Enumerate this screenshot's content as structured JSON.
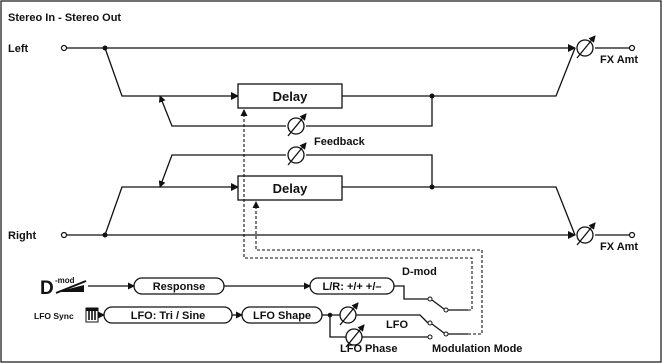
{
  "title": "Stereo In - Stereo Out",
  "io": {
    "left": "Left",
    "right": "Right"
  },
  "blocks": {
    "delay_top": "Delay",
    "delay_bottom": "Delay",
    "response": "Response",
    "lr": "L/R: +/+ +/–",
    "lfo_wave": "LFO: Tri / Sine",
    "lfo_shape": "LFO Shape"
  },
  "labels": {
    "fx_amt_top": "FX Amt",
    "fx_amt_bottom": "FX Amt",
    "feedback": "Feedback",
    "dmod_source": "D",
    "dmod_source_sup": "-mod",
    "lfo_sync": "LFO Sync",
    "dmod": "D-mod",
    "lfo": "LFO",
    "lfo_phase": "LFO Phase",
    "modulation_mode": "Modulation Mode"
  },
  "icons": {
    "knob": "variable-amount-knob-icon",
    "dmod_ramp": "dmod-ramp-icon",
    "sync_note": "lfo-sync-note-icon",
    "mode_switch": "modulation-mode-switch-icon"
  }
}
